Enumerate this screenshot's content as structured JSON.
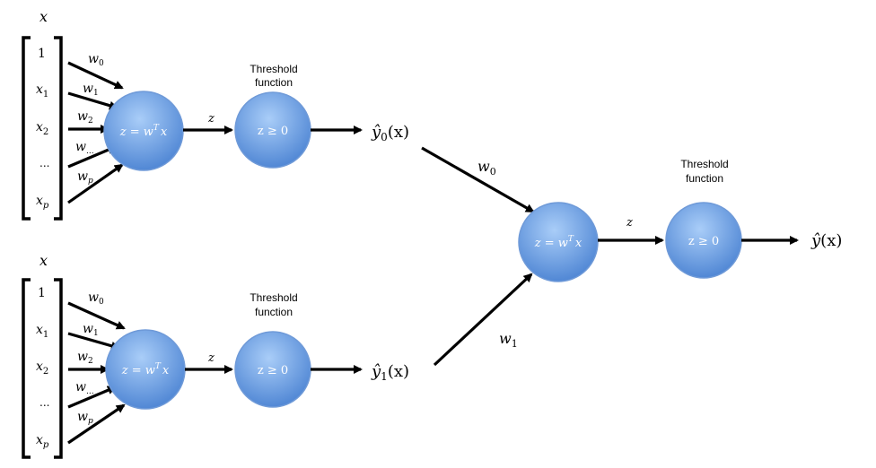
{
  "top_unit": {
    "input_label": "x",
    "inputs": [
      "1",
      "x",
      "x",
      "...",
      "x"
    ],
    "input_subs": [
      "",
      "1",
      "2",
      "",
      "p"
    ],
    "weights": [
      "w",
      "w",
      "w",
      "w",
      "w"
    ],
    "weight_subs": [
      "0",
      "1",
      "2",
      "...",
      "p"
    ],
    "sum_node": "z = w",
    "sum_node_sup": "T",
    "sum_node_tail": "x",
    "edge_label": "z",
    "threshold_title_1": "Threshold",
    "threshold_title_2": "function",
    "threshold_node": "z ≥ 0",
    "output": "ŷ",
    "output_sub": "0",
    "output_arg": "(x)"
  },
  "bottom_unit": {
    "input_label": "x",
    "inputs": [
      "1",
      "x",
      "x",
      "...",
      "x"
    ],
    "input_subs": [
      "",
      "1",
      "2",
      "",
      "p"
    ],
    "weights": [
      "w",
      "w",
      "w",
      "w",
      "w"
    ],
    "weight_subs": [
      "0",
      "1",
      "2",
      "...",
      "p"
    ],
    "sum_node": "z = w",
    "sum_node_sup": "T",
    "sum_node_tail": "x",
    "edge_label": "z",
    "threshold_title_1": "Threshold",
    "threshold_title_2": "function",
    "threshold_node": "z ≥ 0",
    "output": "ŷ",
    "output_sub": "1",
    "output_arg": "(x)"
  },
  "final_unit": {
    "weight_top": "w",
    "weight_top_sub": "0",
    "weight_bottom": "w",
    "weight_bottom_sub": "1",
    "sum_node": "z = w",
    "sum_node_sup": "T",
    "sum_node_tail": "x",
    "edge_label": "z",
    "threshold_title_1": "Threshold",
    "threshold_title_2": "function",
    "threshold_node": "z ≥ 0",
    "output": "ŷ",
    "output_arg": "(x)"
  },
  "colors": {
    "node_light": "#9cc3f5",
    "node_dark": "#4f86d4",
    "node_stroke": "#6f9ad8"
  }
}
